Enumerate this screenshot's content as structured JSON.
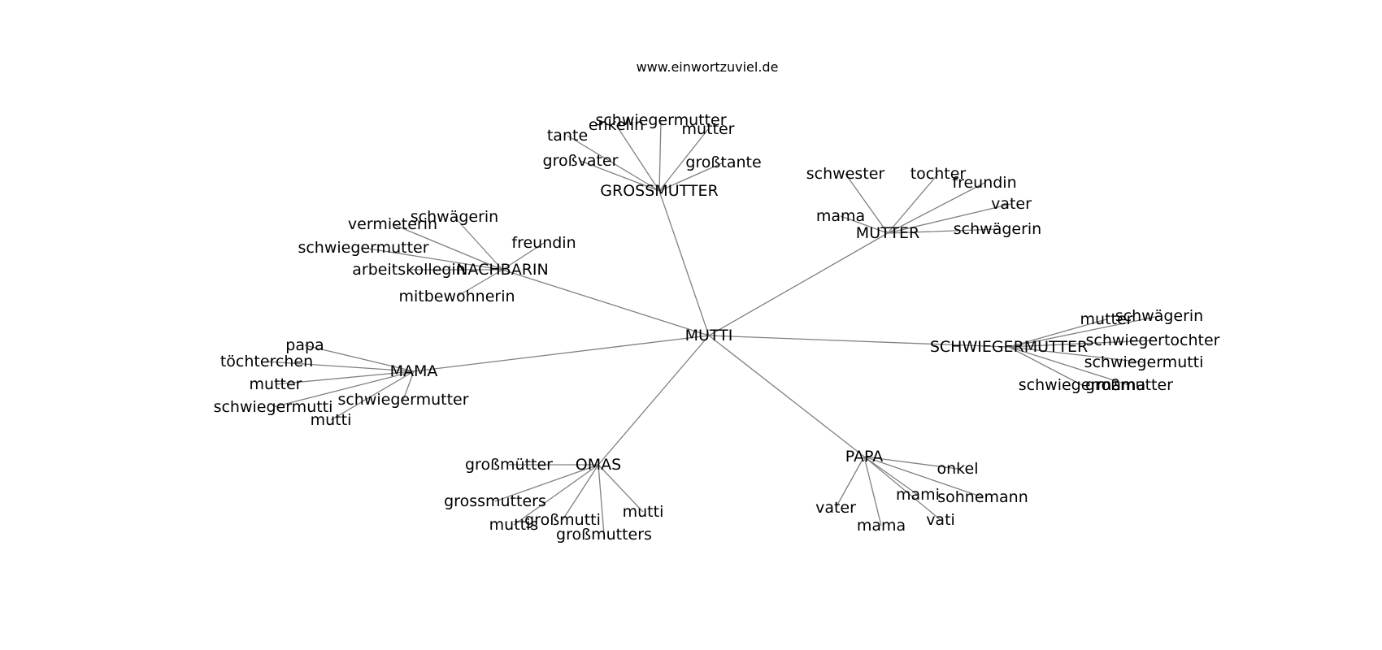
{
  "source": "www.einwortzuviel.de",
  "colors": {
    "edge": "#808080",
    "text": "#000000",
    "background": "#ffffff"
  },
  "graph": {
    "root": "MUTTI",
    "clusters": [
      {
        "hub": "GROSSMUTTER",
        "leaves": [
          "schwiegermutter",
          "enkelin",
          "mutter",
          "tante",
          "großvater",
          "großtante"
        ]
      },
      {
        "hub": "MUTTER",
        "leaves": [
          "schwester",
          "tochter",
          "freundin",
          "mama",
          "vater",
          "schwägerin"
        ]
      },
      {
        "hub": "NACHBARIN",
        "leaves": [
          "vermieterin",
          "schwägerin",
          "freundin",
          "schwiegermutter",
          "arbeitskollegin",
          "mitbewohnerin"
        ]
      },
      {
        "hub": "MAMA",
        "leaves": [
          "papa",
          "töchterchen",
          "mutter",
          "schwiegermutti",
          "schwiegermutter",
          "mutti"
        ]
      },
      {
        "hub": "SCHWIEGERMUTTER",
        "leaves": [
          "mutter",
          "schwägerin",
          "schwiegertochter",
          "schwiegermutti",
          "schwiegermama",
          "großmutter"
        ]
      },
      {
        "hub": "OMAS",
        "leaves": [
          "großmütter",
          "grossmutters",
          "muttis",
          "großmutti",
          "mutti",
          "großmutters"
        ]
      },
      {
        "hub": "PAPA",
        "leaves": [
          "onkel",
          "vater",
          "mami",
          "sohnemann",
          "mama",
          "vati"
        ]
      }
    ]
  }
}
